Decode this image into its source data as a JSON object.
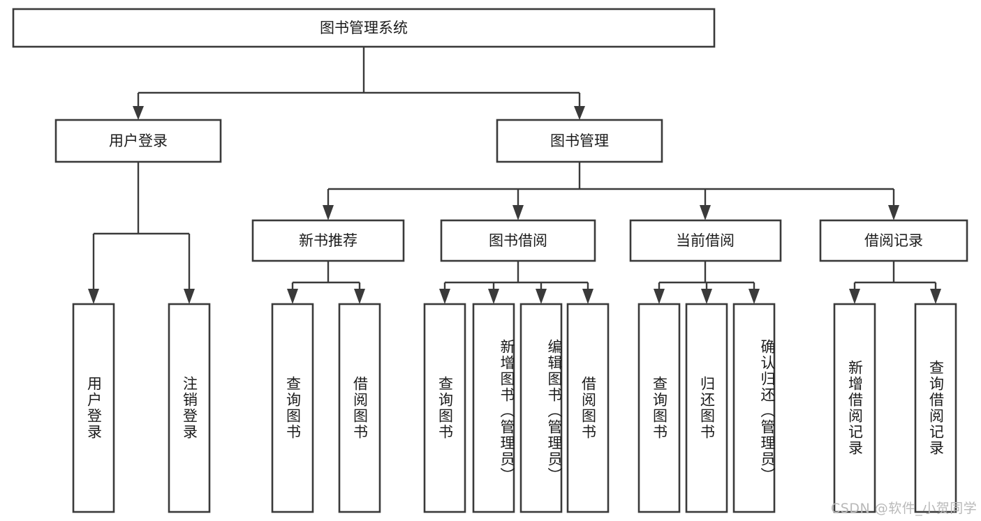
{
  "diagram": {
    "type": "tree",
    "title": "图书管理系统",
    "orientation": "top-down",
    "colors": {
      "box_stroke": "#3a3a3a",
      "box_fill": "#ffffff",
      "connector": "#3a3a3a",
      "text": "#1b1b1b",
      "background": "#ffffff",
      "watermark": "#b9b9b9"
    },
    "root": {
      "id": "root",
      "label": "图书管理系统"
    },
    "level2": [
      {
        "id": "user-login",
        "label": "用户登录"
      },
      {
        "id": "book-management",
        "label": "图书管理"
      }
    ],
    "level3": [
      {
        "id": "new-book-recommend",
        "label": "新书推荐",
        "parent": "book-management"
      },
      {
        "id": "book-borrow",
        "label": "图书借阅",
        "parent": "book-management"
      },
      {
        "id": "current-borrow",
        "label": "当前借阅",
        "parent": "book-management"
      },
      {
        "id": "borrow-record",
        "label": "借阅记录",
        "parent": "book-management"
      }
    ],
    "leaves": [
      {
        "id": "leaf-user-login",
        "label": "用户登录",
        "parent": "user-login"
      },
      {
        "id": "leaf-logout-login",
        "label": "注销登录",
        "parent": "user-login"
      },
      {
        "id": "leaf-query-book-1",
        "label": "查询图书",
        "parent": "new-book-recommend"
      },
      {
        "id": "leaf-borrow-book-1",
        "label": "借阅图书",
        "parent": "new-book-recommend"
      },
      {
        "id": "leaf-query-book-2",
        "label": "查询图书",
        "parent": "book-borrow"
      },
      {
        "id": "leaf-add-book",
        "label": "新增图书（管理员）",
        "parent": "book-borrow"
      },
      {
        "id": "leaf-edit-book",
        "label": "编辑图书（管理员）",
        "parent": "book-borrow"
      },
      {
        "id": "leaf-borrow-book-2",
        "label": "借阅图书",
        "parent": "book-borrow"
      },
      {
        "id": "leaf-query-book-3",
        "label": "查询图书",
        "parent": "current-borrow"
      },
      {
        "id": "leaf-return-book",
        "label": "归还图书",
        "parent": "current-borrow"
      },
      {
        "id": "leaf-confirm-return",
        "label": "确认归还（管理员）",
        "parent": "current-borrow"
      },
      {
        "id": "leaf-add-record",
        "label": "新增借阅记录",
        "parent": "borrow-record"
      },
      {
        "id": "leaf-query-record",
        "label": "查询借阅记录",
        "parent": "borrow-record"
      }
    ]
  },
  "watermark": {
    "text": "CSDN @软件_小贺同学"
  }
}
